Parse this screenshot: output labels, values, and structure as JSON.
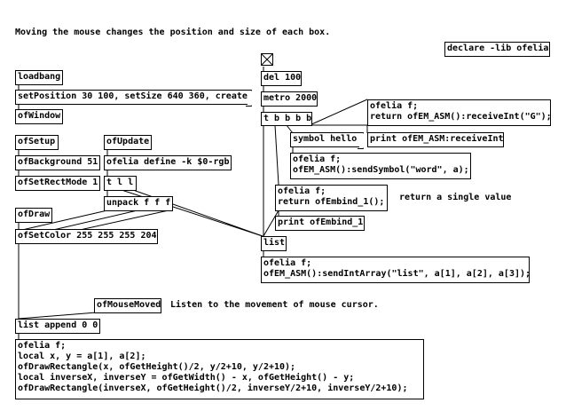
{
  "comments": {
    "header": "Moving the mouse changes the position and size of each box.",
    "single_value": "return a single value",
    "mouse_listen": "Listen to the movement of mouse cursor."
  },
  "objects": {
    "declare": "declare -lib ofelia",
    "loadbang": "loadbang",
    "set_msg": "setPosition 30 100, setSize 640 360, create",
    "ofwindow": "ofWindow",
    "ofsetup": "ofSetup",
    "ofbackground": "ofBackground 51",
    "ofsetrectmode": "ofSetRectMode 1",
    "ofupdate": "ofUpdate",
    "ofelia_define": "ofelia define -k $0-rgb",
    "tll": "t l l",
    "unpack": "unpack f f f",
    "ofdraw": "ofDraw",
    "ofsetcolor": "ofSetColor 255 255 255 204",
    "del": "del 100",
    "metro": "metro 2000",
    "tbbbb": "t b b b b",
    "receive_int": "ofelia f;\nreturn ofEM_ASM():receiveInt(\"G\");",
    "symbol_hello": "symbol hello",
    "print_receive": "print ofEM_ASM:receiveInt",
    "send_symbol": "ofelia f;\nofEM_ASM():sendSymbol(\"word\", a);",
    "embind": "ofelia f;\nreturn ofEmbind_1();",
    "print_embind": "print ofEmbind_1",
    "list": "list",
    "send_int_array": "ofelia f;\nofEM_ASM():sendIntArray(\"list\", a[1], a[2], a[3]);",
    "ofmousemoved": "ofMouseMoved",
    "list_append": "list append 0 0",
    "draw_script": "ofelia f;\nlocal x, y = a[1], a[2];\nofDrawRectangle(x, ofGetHeight()/2, y/2+10, y/2+10);\nlocal inverseX, inverseY = ofGetWidth() - x, ofGetHeight() - y;\nofDrawRectangle(inverseX, ofGetHeight()/2, inverseY/2+10, inverseY/2+10);"
  }
}
